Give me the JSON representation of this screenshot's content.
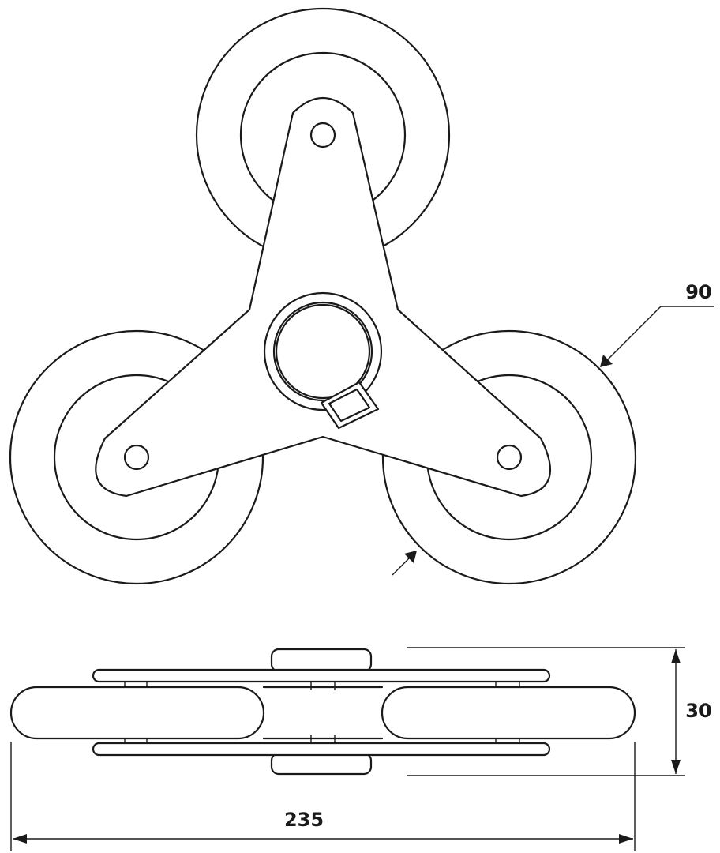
{
  "dimensions": {
    "wheel_diameter": "90",
    "thickness": "30",
    "overall_width": "235"
  }
}
